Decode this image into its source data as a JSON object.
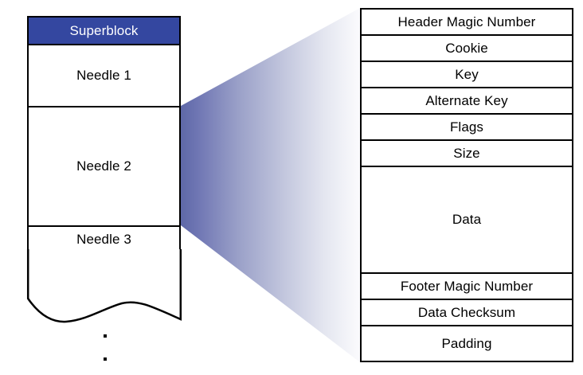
{
  "diagram": {
    "title": "Haystack store file layout",
    "colors": {
      "superblock_fill": "#3447A0",
      "superblock_text": "#FFFFFF",
      "beam_near": "#6B74B0",
      "beam_far": "#FFFFFF",
      "stroke": "#000000",
      "cell_fill": "#FFFFFF"
    }
  },
  "left_panel": {
    "name": "haystack-store-column",
    "rows": [
      {
        "label": "Superblock",
        "kind": "superblock"
      },
      {
        "label": "Needle 1",
        "kind": "needle"
      },
      {
        "label": "Needle 2",
        "kind": "needle"
      },
      {
        "label": "Needle 3",
        "kind": "needle"
      }
    ],
    "continuation": {
      "torn_edge": "wavy",
      "ellipsis": "vertical-two-dots"
    }
  },
  "beam": {
    "name": "magnification-beam",
    "description": "gradient funnel from Needle 2 to the needle field breakdown",
    "source_row": "Needle 2",
    "target_panel": "needle-field-breakdown"
  },
  "right_panel": {
    "name": "needle-field-breakdown",
    "rows": [
      {
        "label": "Header Magic Number",
        "size": "normal"
      },
      {
        "label": "Cookie",
        "size": "normal"
      },
      {
        "label": "Key",
        "size": "normal"
      },
      {
        "label": "Alternate Key",
        "size": "normal"
      },
      {
        "label": "Flags",
        "size": "normal"
      },
      {
        "label": "Size",
        "size": "normal"
      },
      {
        "label": "Data",
        "size": "tall"
      },
      {
        "label": "Footer Magic Number",
        "size": "normal"
      },
      {
        "label": "Data Checksum",
        "size": "normal"
      },
      {
        "label": "Padding",
        "size": "bottom"
      }
    ]
  }
}
